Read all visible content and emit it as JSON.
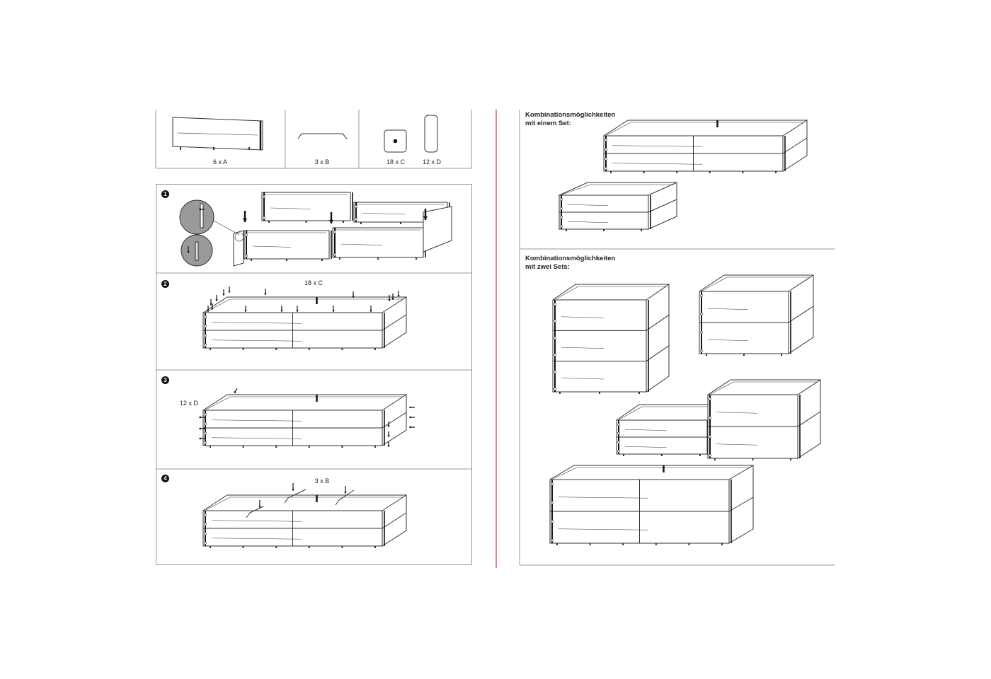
{
  "parts": [
    {
      "id": "A",
      "label": "6 x A"
    },
    {
      "id": "B",
      "label": "3 x B"
    },
    {
      "id": "C",
      "label": "18 x C"
    },
    {
      "id": "D",
      "label": "12 x D"
    }
  ],
  "steps": [
    {
      "number": "1",
      "label": ""
    },
    {
      "number": "2",
      "label": "18 x C"
    },
    {
      "number": "3",
      "label": "12 x D"
    },
    {
      "number": "4",
      "label": "3 x B"
    }
  ],
  "combinations": {
    "one_set": {
      "line1": "Kombinationsmöglichkeiten",
      "line2": "mit einem Set:"
    },
    "two_sets": {
      "line1": "Kombinationsmöglichkeiten",
      "line2": "mit zwei Sets:"
    }
  },
  "colors": {
    "line": "#333333",
    "divider": "#c8383a",
    "frame": "#999999",
    "zoom": "#9a9a9a"
  }
}
